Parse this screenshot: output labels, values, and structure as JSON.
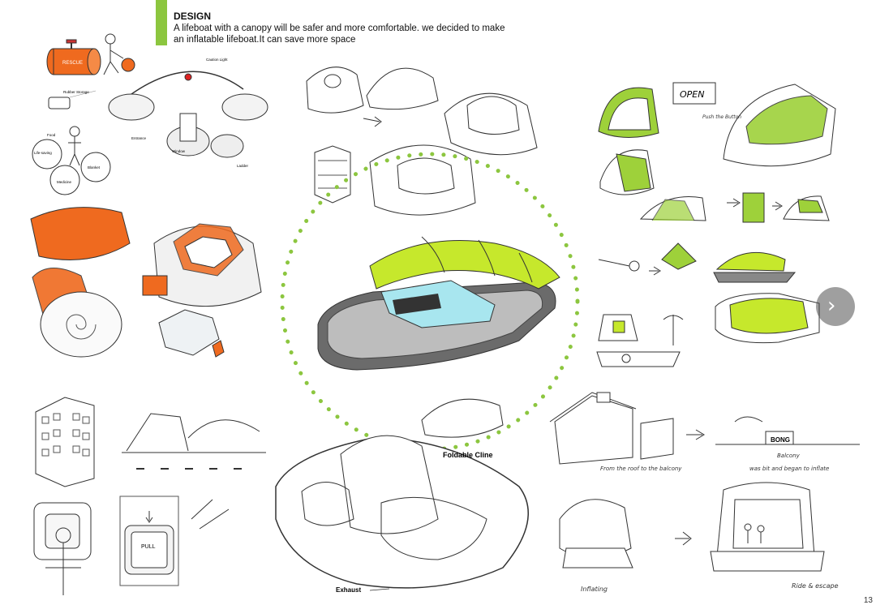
{
  "header": {
    "title": "DESIGN",
    "description_line1": "A lifeboat with a canopy will be safer and more comfortable. we decided to make",
    "description_line2": "an inflatable lifeboat.It can save more space"
  },
  "labels": {
    "rescue": "RESCUE",
    "caution_light": "Caution Light",
    "rubber_storage": "Rubber Storage",
    "food": "Food",
    "life_saving": "Life-saving",
    "blanket": "Blanket",
    "medicine": "Medicine",
    "entrance": "Entrance",
    "window": "Window",
    "ladder": "Ladder",
    "foldable_cline": "Foldable Cline",
    "exhaust": "Exhaust",
    "pull": "PULL",
    "open": "OPEN",
    "push_button": "Push the Button",
    "bong": "BONG",
    "balcony": "Balcony",
    "roof_to_balcony": "From the roof to the balcony",
    "inflate_note": "was bit and began to inflate",
    "inflating": "Inflating",
    "ride_escape": "Ride & escape",
    "page_number": "13"
  },
  "colors": {
    "accent_green": "#8cc63f",
    "lime": "#c6e82c",
    "orange": "#ef6a1f",
    "cyan": "#a8e6ef"
  },
  "nav": {
    "next_label": "›"
  }
}
